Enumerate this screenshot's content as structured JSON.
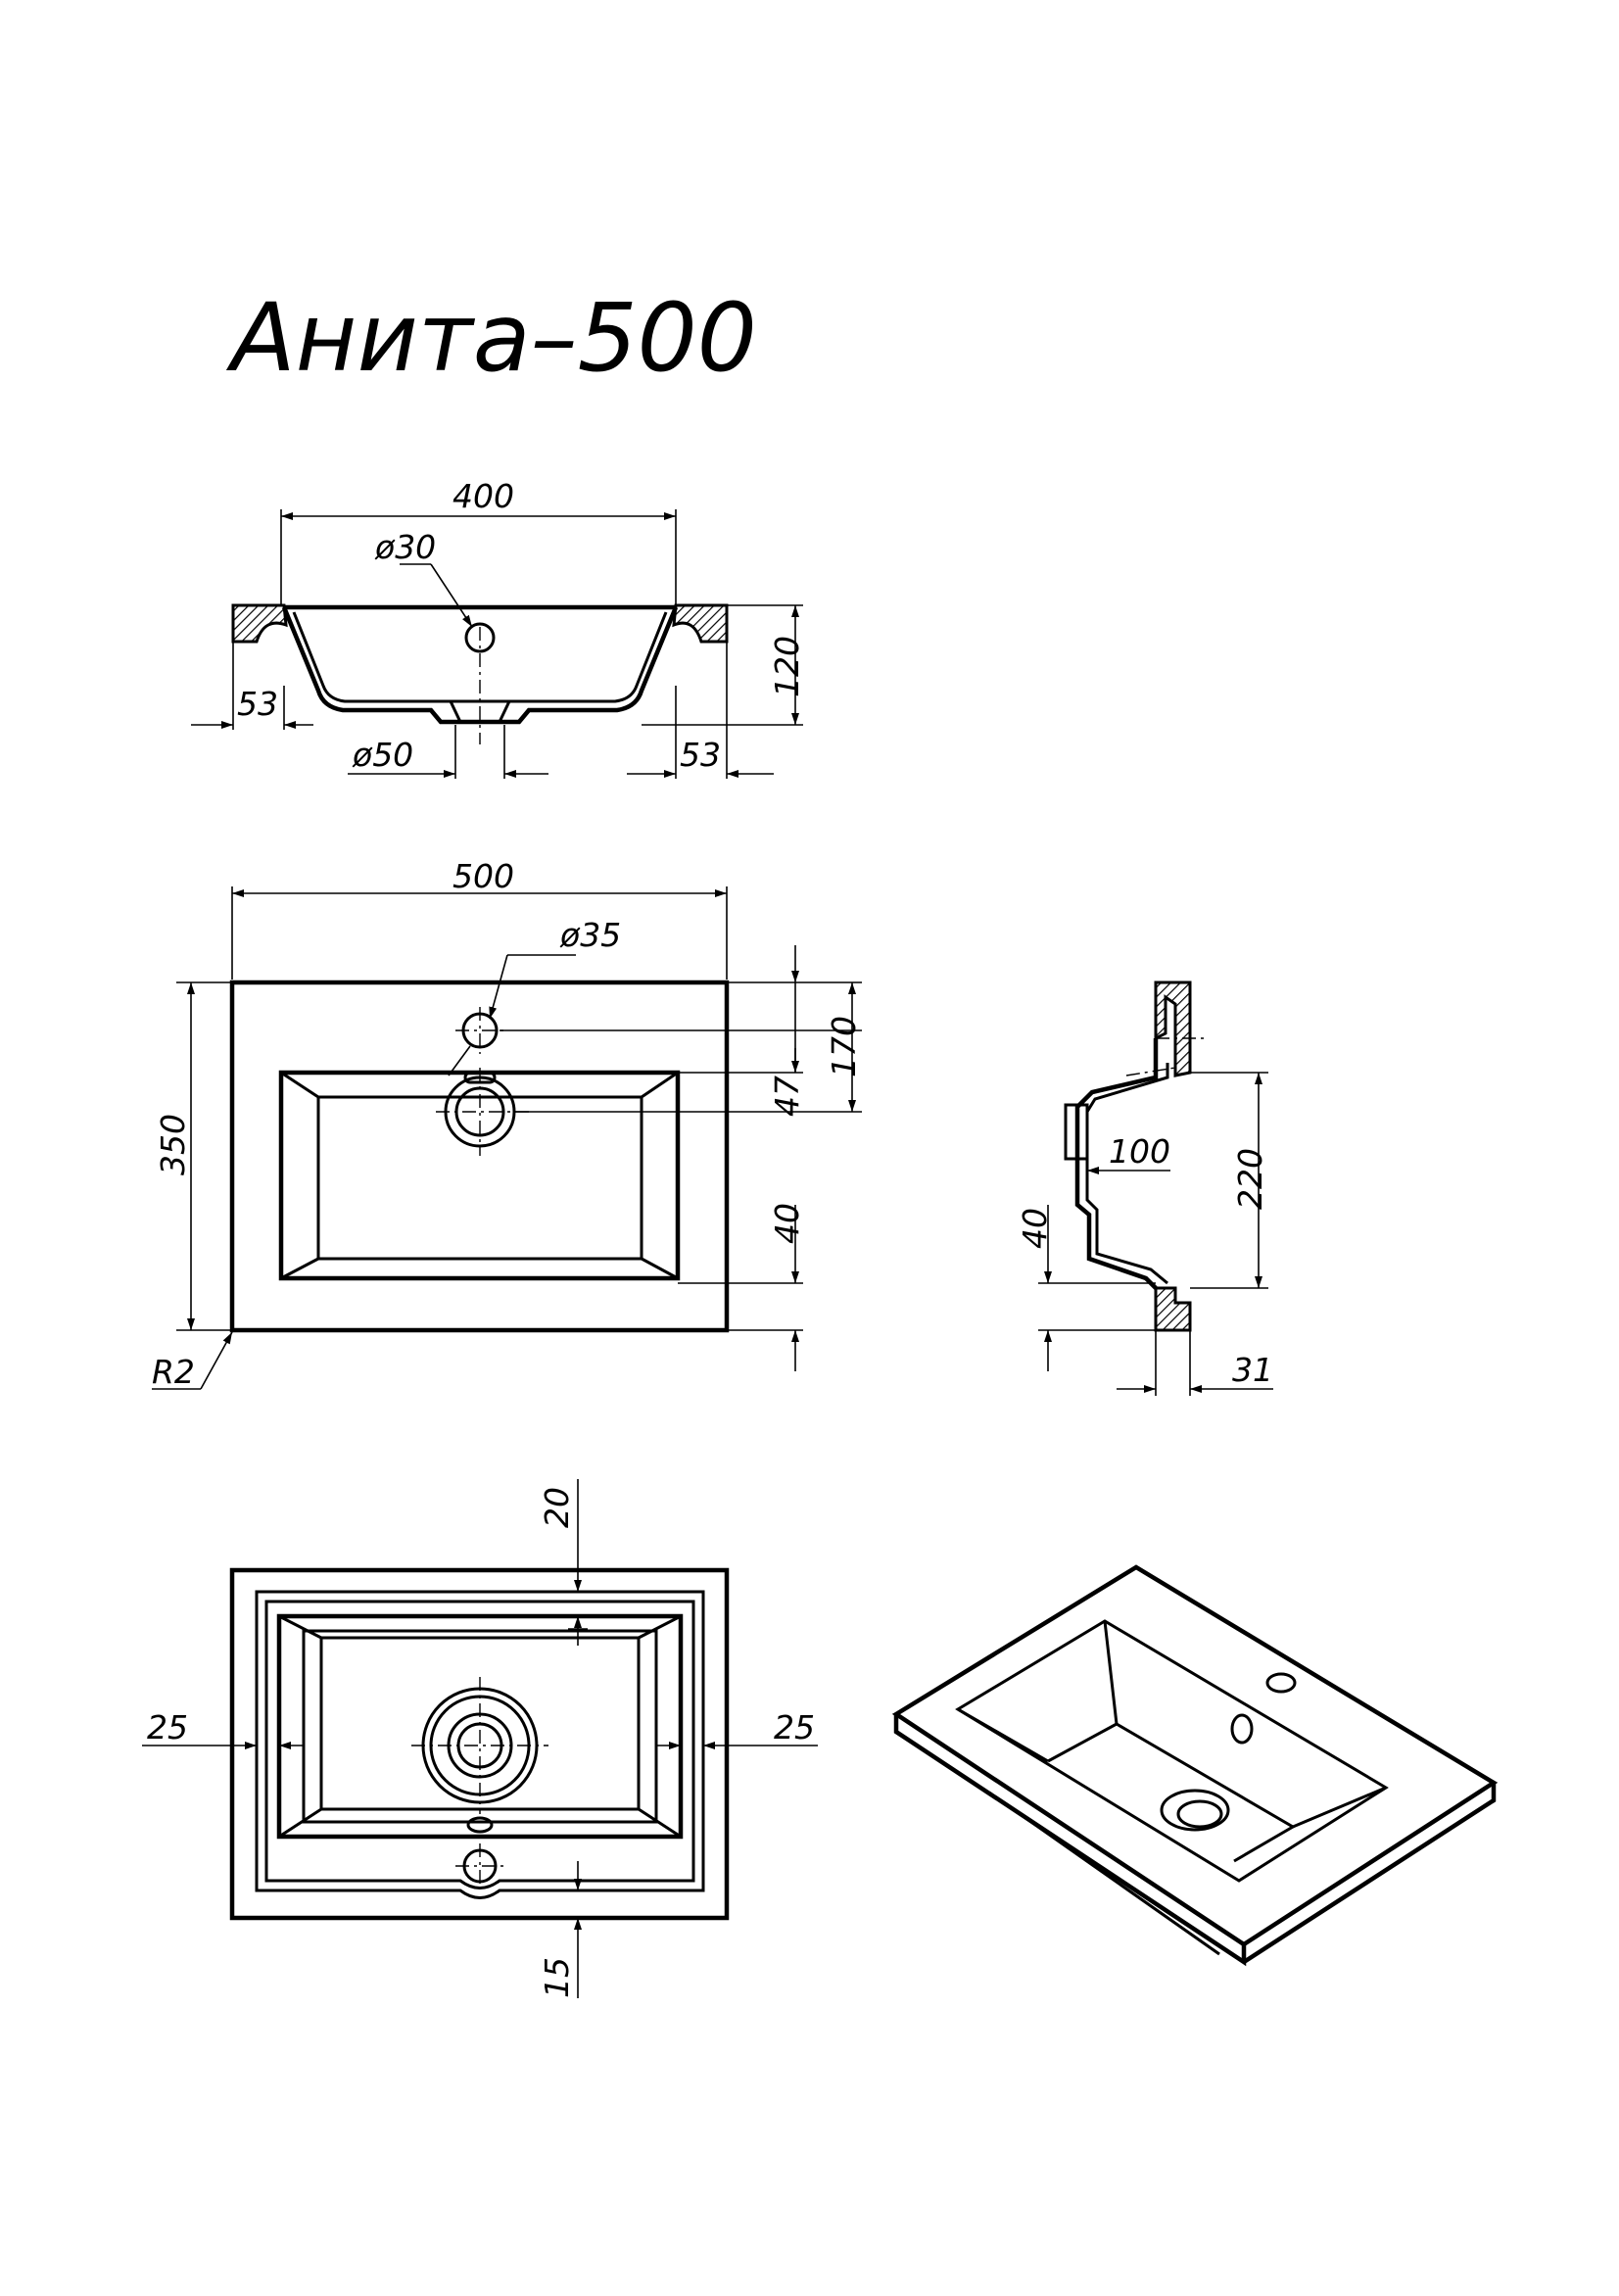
{
  "title": "Анита–500",
  "front_section": {
    "width_400": "400",
    "hole_d30": "ø30",
    "height_120": "120",
    "left_53": "53",
    "right_53": "53",
    "drain_d50": "ø50"
  },
  "top_view": {
    "width_500": "500",
    "hole_d35": "ø35",
    "depth_350": "350",
    "dim_47": "47",
    "dim_170": "170",
    "dim_40": "40",
    "radius_r2": "R2"
  },
  "side_section": {
    "dim_100": "100",
    "dim_220": "220",
    "dim_40": "40",
    "dim_31": "31"
  },
  "bottom_view": {
    "dim_20": "20",
    "dim_25_left": "25",
    "dim_25_right": "25",
    "dim_15": "15"
  },
  "colors": {
    "ink": "#000000",
    "paper": "#ffffff"
  }
}
